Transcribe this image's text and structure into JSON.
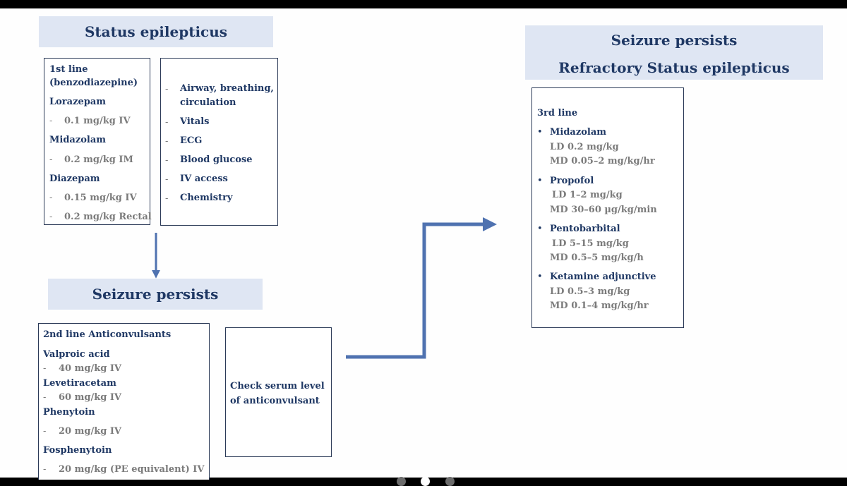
{
  "status": {
    "title": "Status epilepticus",
    "first_line": {
      "heading_1": "1st line",
      "heading_2": "(benzodiazepine)",
      "drugs": [
        {
          "name": "Lorazepam",
          "doses": [
            "0.1 mg/kg IV"
          ]
        },
        {
          "name": "Midazolam",
          "doses": [
            "0.2 mg/kg IM"
          ]
        },
        {
          "name": "Diazepam",
          "doses": [
            "0.15 mg/kg IV",
            "0.2 mg/kg Rectal"
          ]
        }
      ]
    },
    "support_items": [
      "Airway, breathing,",
      "circulation",
      "Vitals",
      "ECG",
      "Blood glucose",
      "IV access",
      "Chemistry"
    ]
  },
  "persist_1": {
    "title": "Seizure persists",
    "second_line": {
      "heading": "2nd line  Anticonvulsants",
      "drugs": [
        {
          "name": "Valproic acid",
          "dose": "40  mg/kg IV"
        },
        {
          "name": "Levetiracetam",
          "dose": "60 mg/kg IV"
        },
        {
          "name": "Phenytoin",
          "dose": "20 mg/kg IV"
        },
        {
          "name": "Fosphenytoin",
          "dose": "20 mg/kg (PE equivalent) IV"
        }
      ]
    },
    "check": {
      "line_1": "Check serum level",
      "line_2": "of anticonvulsant"
    }
  },
  "refractory": {
    "title_1": "Seizure persists",
    "title_2": "Refractory Status epilepticus",
    "third_line": {
      "heading": "3rd  line",
      "drugs": [
        {
          "name": "Midazolam",
          "ld": "LD 0.2 mg/kg",
          "md": "MD 0.05–2 mg/kg/hr"
        },
        {
          "name": "Propofol",
          "ld": "LD 1–2 mg/kg",
          "md": "MD 30–60 µg/kg/min"
        },
        {
          "name": "Pentobarbital",
          "ld": "LD 5–15 mg/kg",
          "md": "MD 0.5–5 mg/kg/h"
        },
        {
          "name": "Ketamine adjunctive",
          "ld": "LD 0.5–3 mg/kg",
          "md": "MD 0.1–4 mg/kg/hr"
        }
      ]
    }
  },
  "colors": {
    "header_bg": "#dfe6f3",
    "dark_text": "#1f3864",
    "gray_text": "#7b7b7b",
    "arrow": "#4f72b0"
  }
}
